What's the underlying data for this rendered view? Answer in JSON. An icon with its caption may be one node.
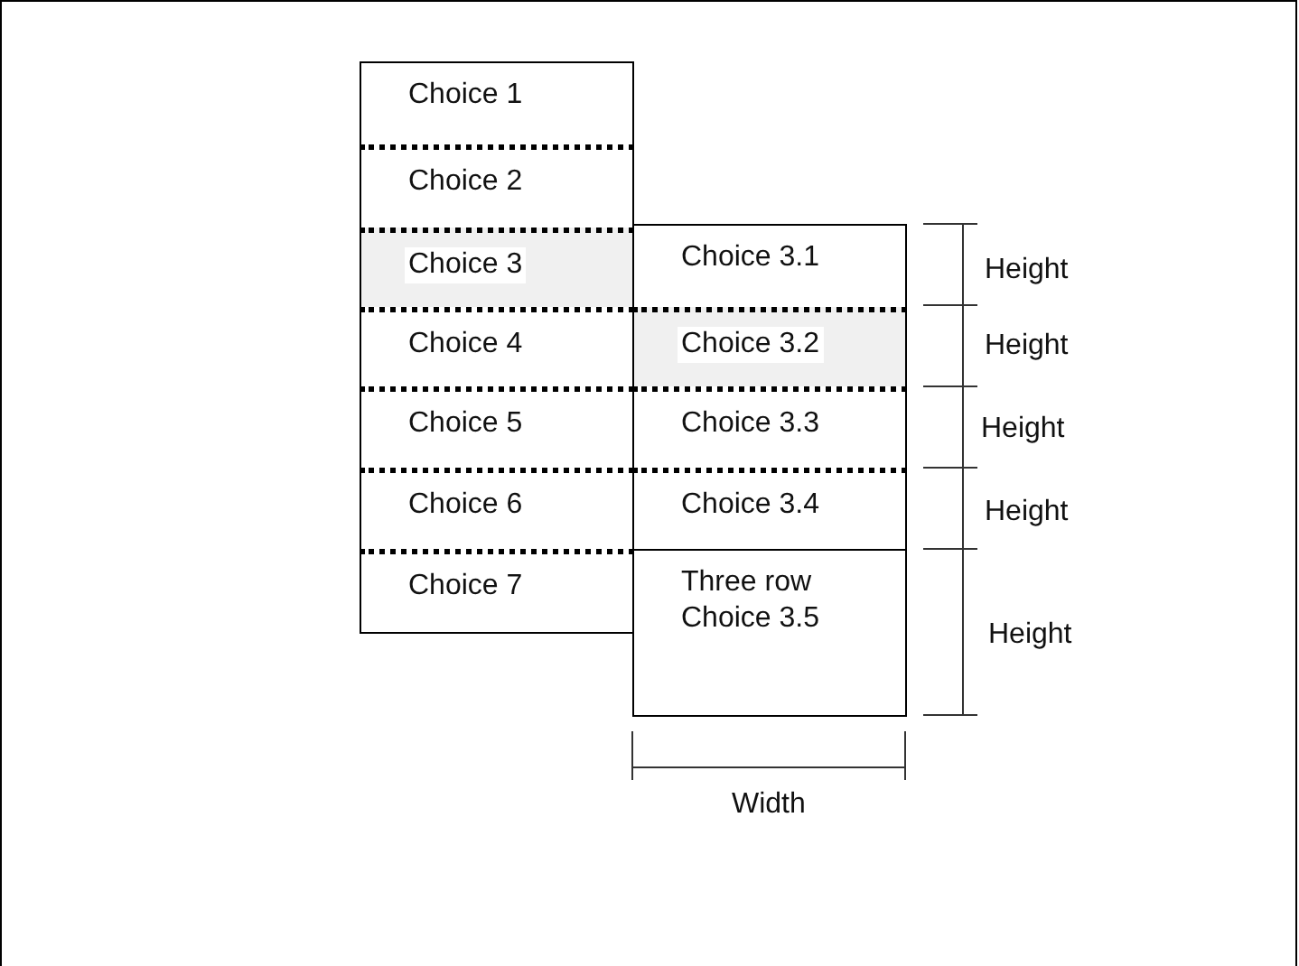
{
  "diagram": {
    "nodes": [
      {
        "text": [
          "Choice 1"
        ]
      },
      {
        "text": [
          "Choice 2"
        ]
      },
      {
        "text": [
          "Choice 3"
        ]
      },
      {
        "text": [
          "Choice 4"
        ]
      },
      {
        "text": [
          "Choice 5"
        ]
      },
      {
        "text": [
          "Choice 6"
        ]
      },
      {
        "text": [
          "Choice 7"
        ]
      },
      {
        "text": [
          "Choice 3.1"
        ]
      },
      {
        "text": [
          "Choice 3.2"
        ]
      },
      {
        "text": [
          "Choice 3.3"
        ]
      },
      {
        "text": [
          "Choice 3.4"
        ]
      },
      {
        "text": [
          "Three row Choice 3.5"
        ]
      }
    ],
    "edges": [],
    "labels": [
      "Height",
      "Height",
      "Height",
      "Height",
      "Height",
      "Width"
    ]
  }
}
